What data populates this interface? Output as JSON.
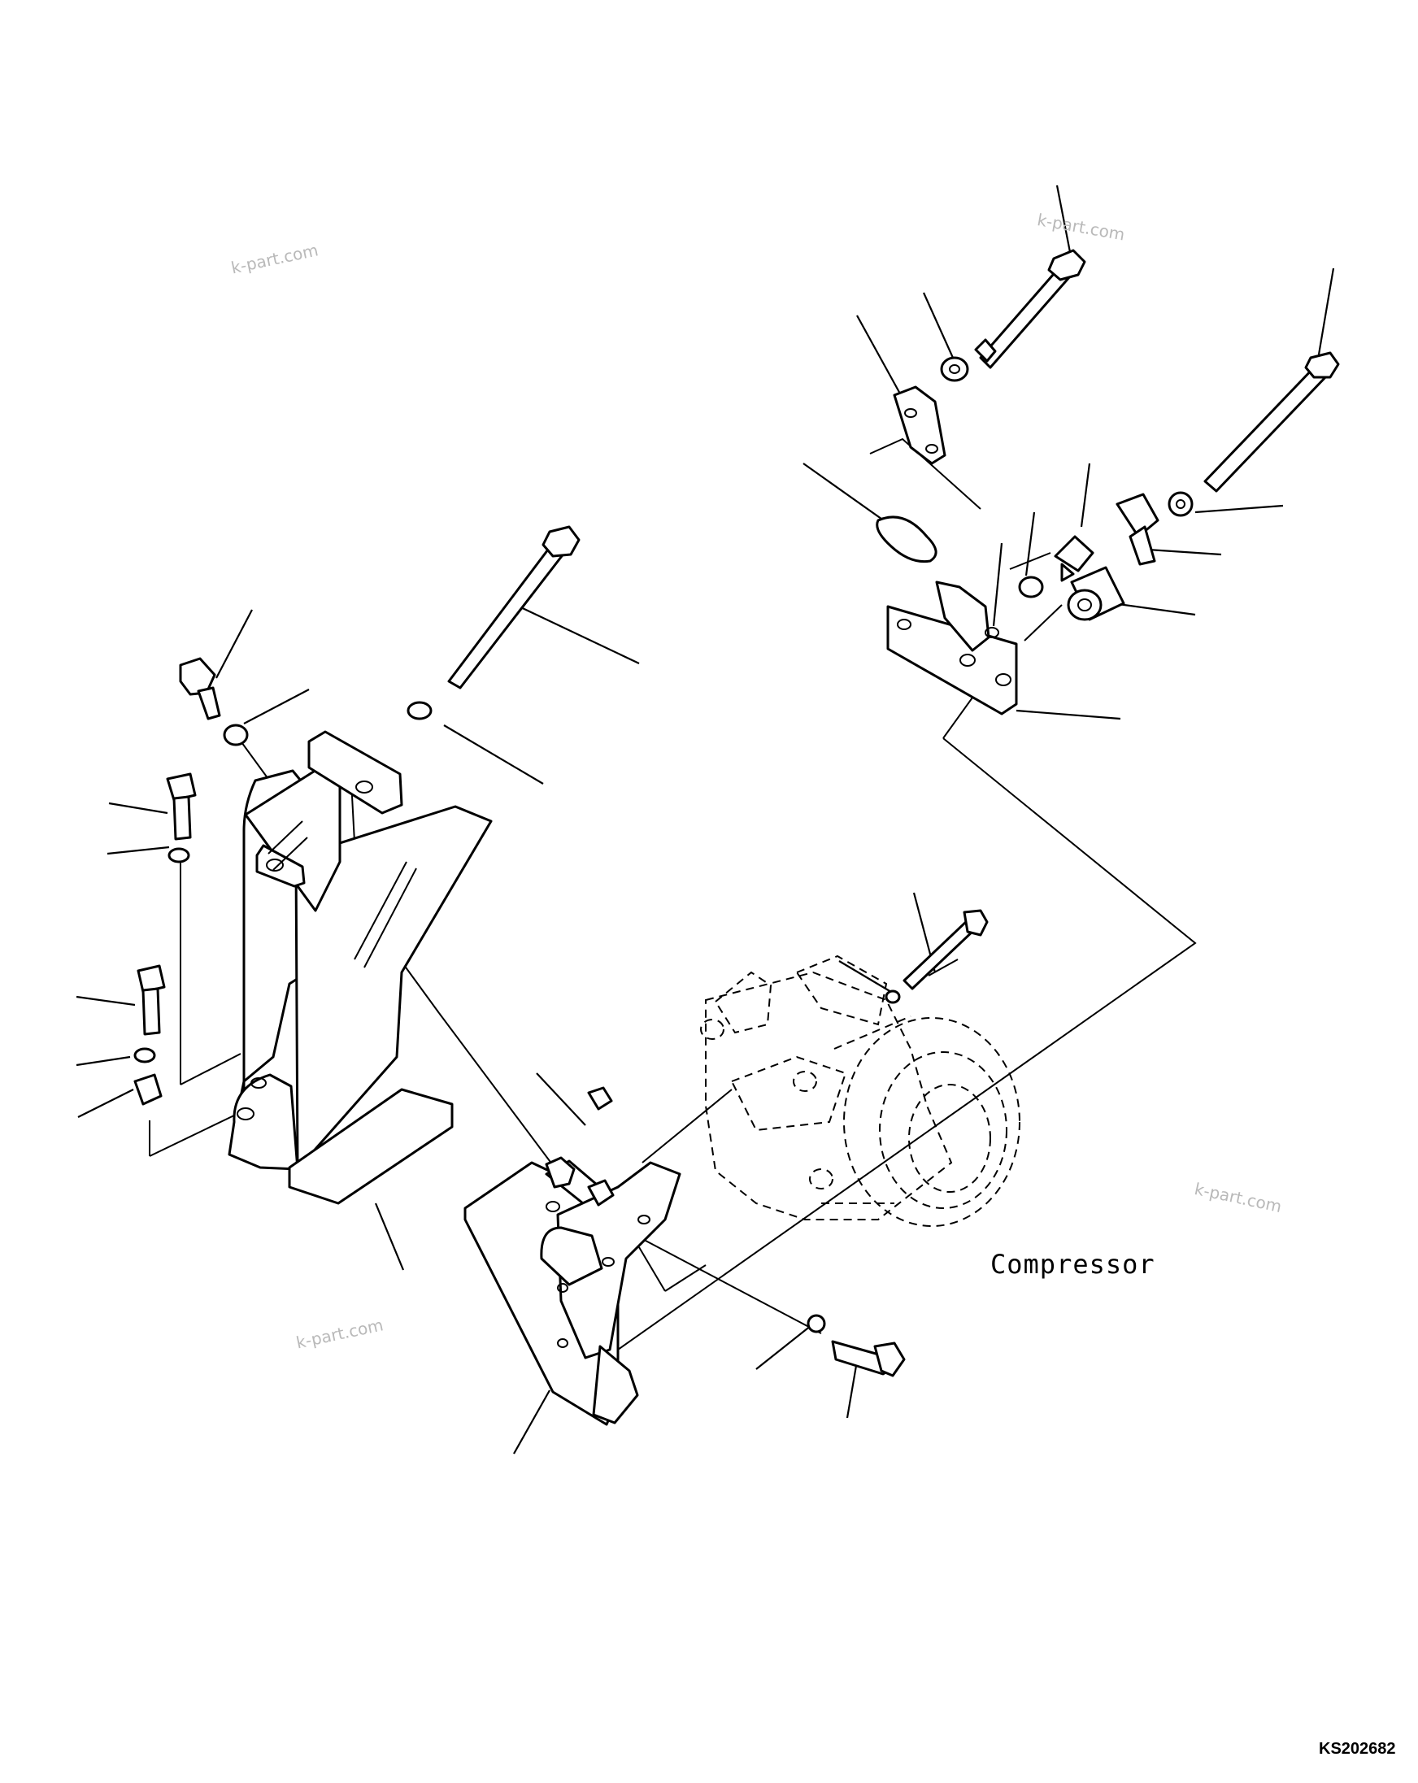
{
  "watermark_text": "k-part.com",
  "labels": {
    "compressor": "Compressor",
    "drawing_code": "KS202682"
  }
}
